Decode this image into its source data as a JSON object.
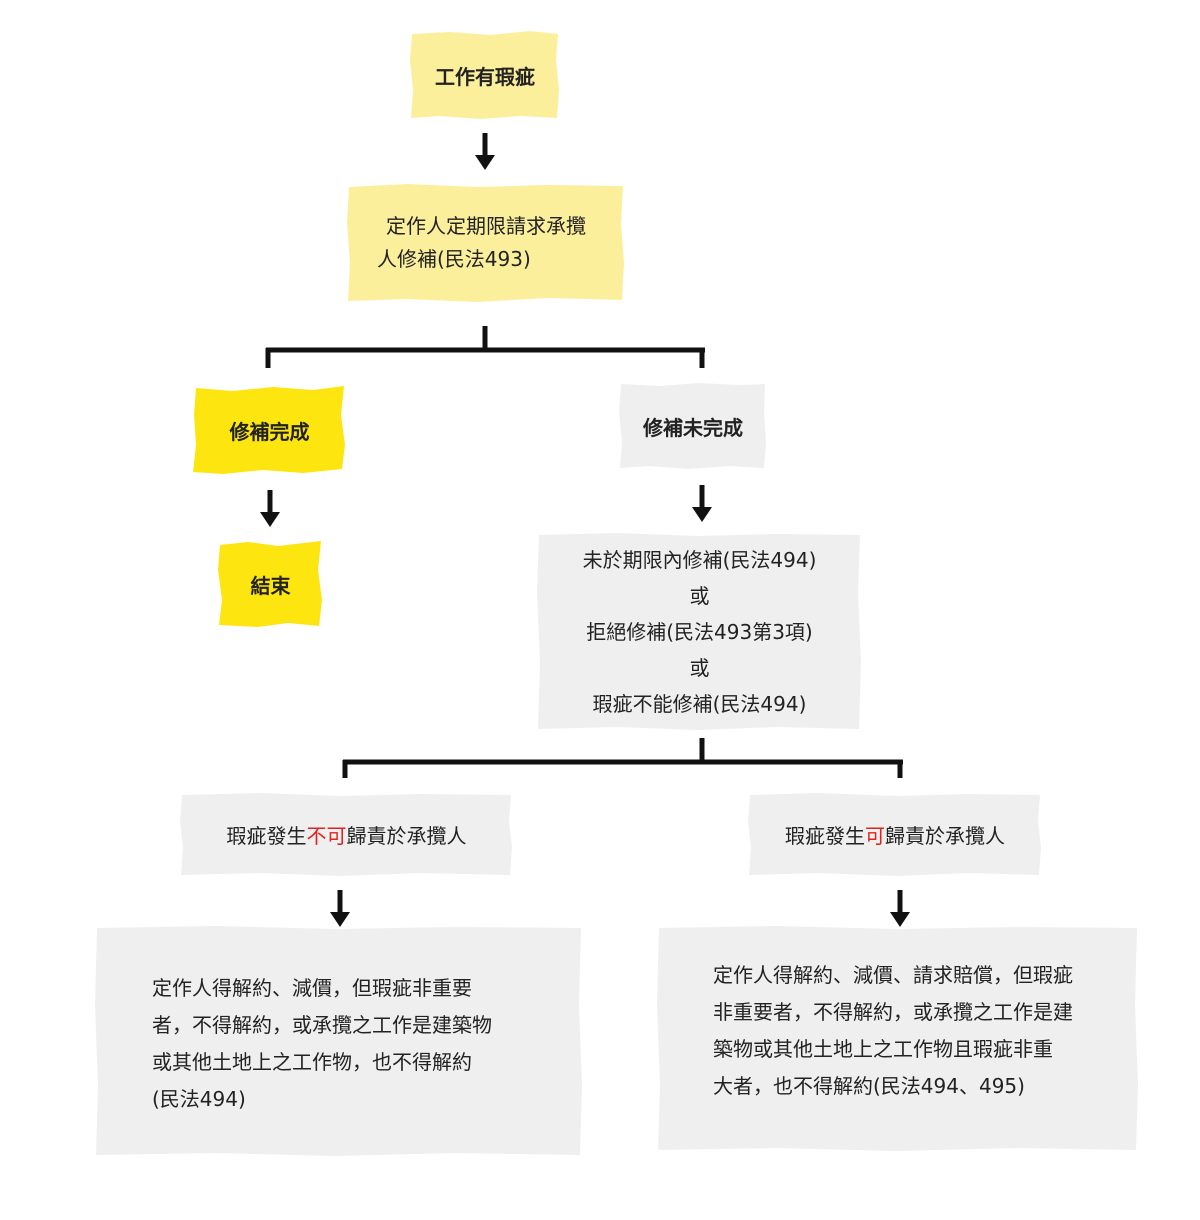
{
  "colors": {
    "pale_yellow": "#fcef9c",
    "bright_yellow": "#fde60f",
    "gray": "#efefef",
    "line": "#111111",
    "highlight": "#e0231c"
  },
  "nodes": {
    "defect": "工作有瑕疵",
    "request_repair": [
      "定作人定期限請求承攬",
      "人修補(民法493)"
    ],
    "repair_done": "修補完成",
    "end": "結束",
    "repair_not_done": "修補未完成",
    "failure_conditions": [
      "未於期限內修補(民法494)",
      "或",
      "拒絕修補(民法493第3項)",
      "或",
      "瑕疵不能修補(民法494)"
    ],
    "not_attributable": {
      "pre": "瑕疵發生",
      "highlight": "不可",
      "post": "歸責於承攬人"
    },
    "attributable": {
      "pre": "瑕疵發生",
      "highlight": "可",
      "post": "歸責於承攬人"
    },
    "result_not_attributable": [
      "定作人得解約、減價，但瑕疵非重要",
      "者，不得解約，或承攬之工作是建築物",
      "或其他土地上之工作物，也不得解約",
      "(民法494)"
    ],
    "result_attributable": [
      "定作人得解約、減價、請求賠償，但瑕疵",
      "非重要者，不得解約，或承攬之工作是建",
      "築物或其他土地上之工作物且瑕疵非重",
      "大者，也不得解約(民法494、495)"
    ]
  }
}
